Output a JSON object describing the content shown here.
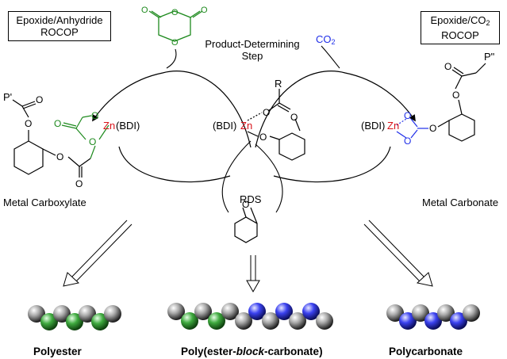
{
  "boxes": {
    "left": {
      "line1": "Epoxide/Anhydride",
      "line2": "ROCOP"
    },
    "right": {
      "line1_pre": "Epoxide/CO",
      "line1_sub": "2",
      "line2": "ROCOP"
    }
  },
  "labels": {
    "product_step_1": "Product-Determining",
    "product_step_2": "Step",
    "co2_pre": "CO",
    "co2_sub": "2",
    "rds": "RDS",
    "metal_carboxylate": "Metal Carboxylate",
    "metal_carbonate": "Metal Carbonate"
  },
  "complexes": {
    "left": {
      "metal": "Zn",
      "ligand": "(BDI)",
      "substituent": "P'"
    },
    "center": {
      "metal": "Zn",
      "ligand": "(BDI)",
      "substituent": "R"
    },
    "right": {
      "metal": "Zn",
      "ligand": "(BDI)",
      "substituent": "P\""
    }
  },
  "atoms": {
    "oxygen": "O"
  },
  "polymers": {
    "left": {
      "name": "Polyester",
      "beads": [
        "gray",
        "green",
        "gray",
        "green",
        "gray",
        "green",
        "gray"
      ]
    },
    "center": {
      "name_pre": "Poly(ester-",
      "name_italic": "block",
      "name_post": "-carbonate)",
      "beads": [
        "gray",
        "green",
        "gray",
        "green",
        "gray",
        "gray",
        "blue",
        "gray",
        "blue",
        "gray",
        "blue",
        "gray"
      ]
    },
    "right": {
      "name": "Polycarbonate",
      "beads": [
        "gray",
        "blue",
        "gray",
        "blue",
        "gray",
        "blue",
        "gray"
      ]
    }
  },
  "colors": {
    "green": "#1e8a1e",
    "blue": "#1f2ee8",
    "red": "#d8141b",
    "gray": "#8a8a8a"
  }
}
